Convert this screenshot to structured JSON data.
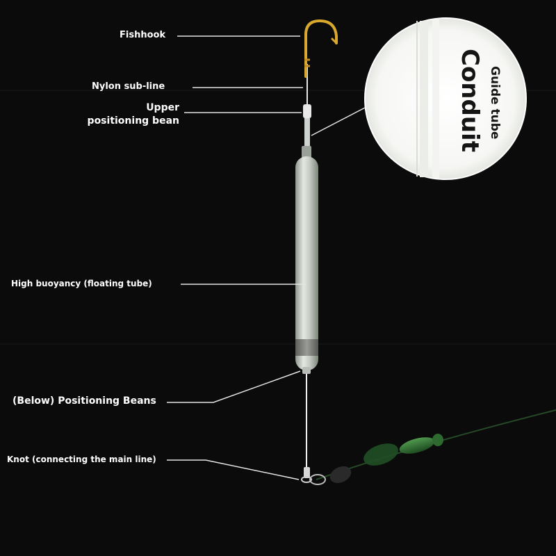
{
  "labels": {
    "fishhook": "Fishhook",
    "nylon_sub_line": "Nylon sub-line",
    "upper_positioning_bean": "Upper positioning bean",
    "high_buoyancy": "High buoyancy (floating tube)",
    "below_positioning_beans": "(Below) Positioning Beans",
    "knot": "Knot (connecting the main line)"
  },
  "zoom_inset": {
    "title": "Conduit",
    "subtitle": "Guide tube"
  },
  "colors": {
    "background": "#0b0b0b",
    "hook": "#e2b23a",
    "float_tube": "#cdd3cb",
    "leader_line": "#f0f0f0",
    "main_line_beads": "#3a7a3c"
  }
}
